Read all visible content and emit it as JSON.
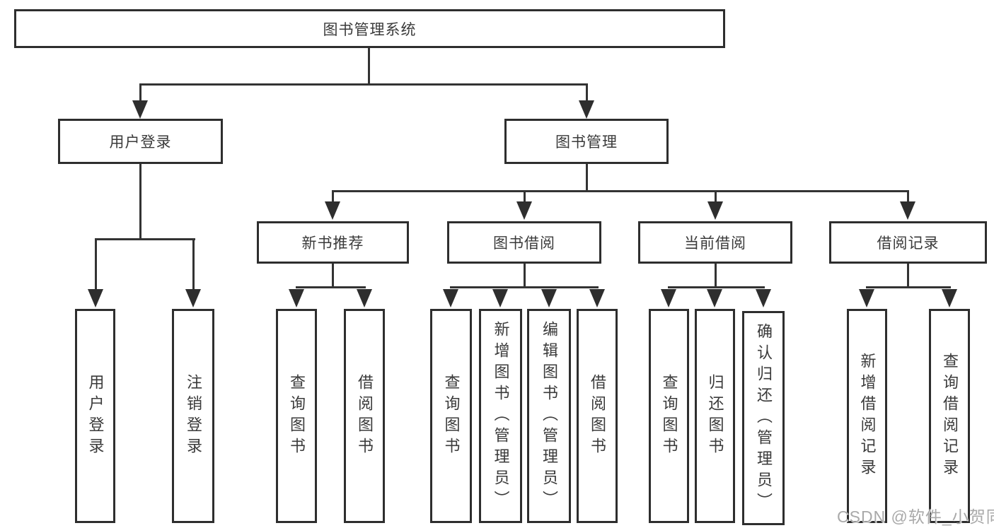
{
  "diagram": {
    "root": "图书管理系统",
    "level2": [
      {
        "label": "用户登录",
        "children": [
          "用户登录",
          "注销登录"
        ]
      },
      {
        "label": "图书管理",
        "sections": [
          {
            "label": "新书推荐",
            "children": [
              "查询图书",
              "借阅图书"
            ]
          },
          {
            "label": "图书借阅",
            "children": [
              "查询图书",
              "新增图书（管理员）",
              "编辑图书（管理员）",
              "借阅图书"
            ]
          },
          {
            "label": "当前借阅",
            "children": [
              "查询图书",
              "归还图书",
              "确认归还（管理员）"
            ]
          },
          {
            "label": "借阅记录",
            "children": [
              "新增借阅记录",
              "查询借阅记录"
            ]
          }
        ]
      }
    ]
  },
  "watermark": "CSDN @软件_小贺同学",
  "colors": {
    "line": "#333333",
    "border": "#2e2e2e",
    "text": "#3a3a3a",
    "watermark": "#a9a9a9",
    "background": "#ffffff"
  }
}
